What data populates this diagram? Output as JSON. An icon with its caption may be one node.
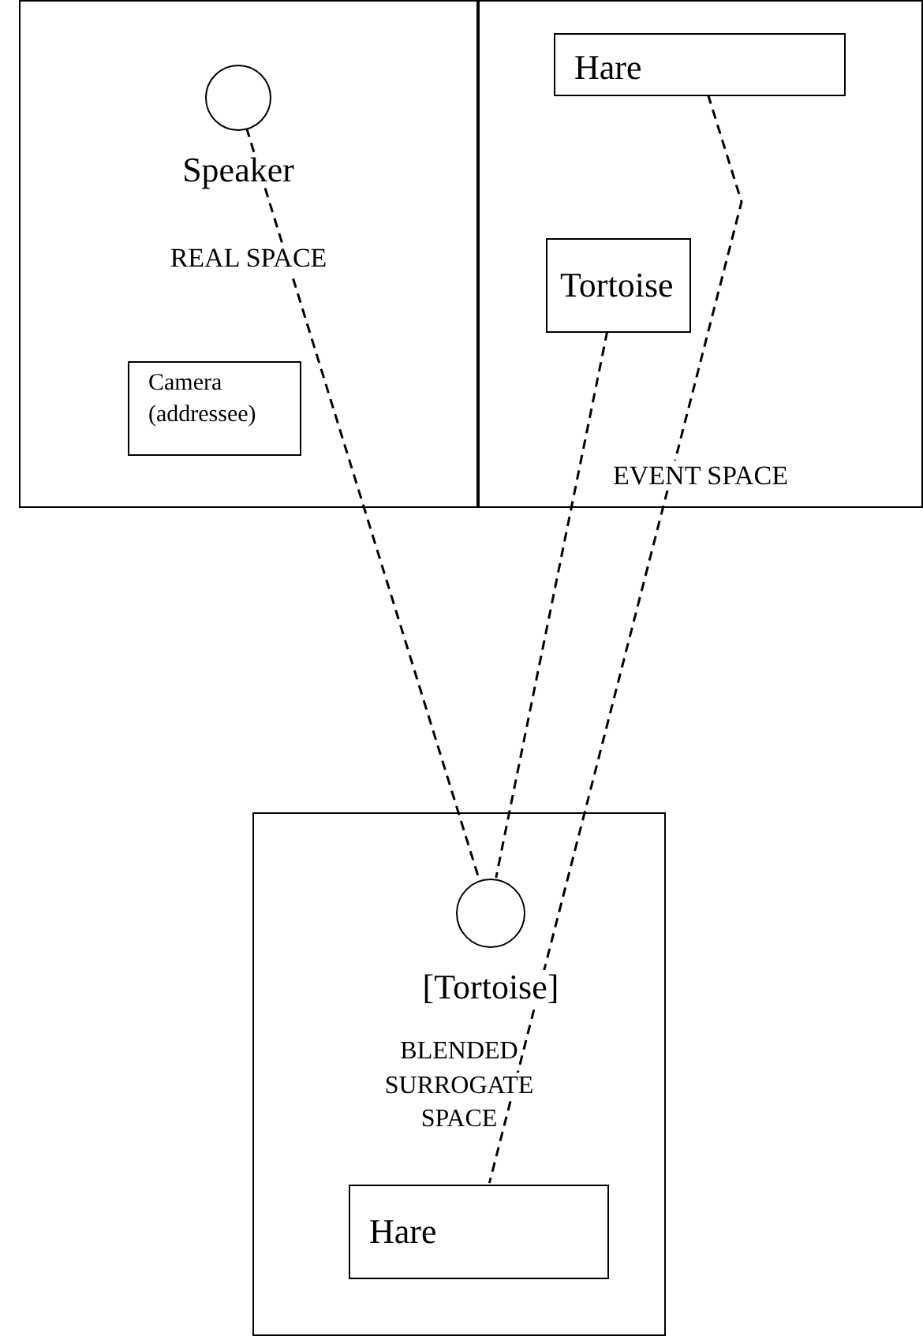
{
  "diagram": {
    "nodes": [
      {
        "text": [
          "REAL SPACE"
        ]
      },
      {
        "text": [],
        "shape": "circle",
        "in": 0,
        "beside": [
          "Speaker"
        ]
      },
      {
        "text": [
          "Camera (addressee)"
        ],
        "in": 0
      },
      {
        "text": [
          "EVENT SPACE"
        ]
      },
      {
        "text": [
          "Hare"
        ],
        "in": 3
      },
      {
        "text": [
          "Tortoise"
        ],
        "in": 3
      },
      {
        "text": [
          "BLENDED SURROGATE SPACE"
        ]
      },
      {
        "text": [],
        "shape": "circle",
        "in": 6,
        "beside": [
          "[Tortoise]"
        ]
      },
      {
        "text": [
          "Hare"
        ],
        "in": 6
      }
    ],
    "edges": [
      {
        "from": 1,
        "to": 7,
        "arrow": "none",
        "style": "dashed"
      },
      {
        "from": 5,
        "to": 7,
        "arrow": "none",
        "style": "dashed"
      },
      {
        "from": 4,
        "to": 8,
        "arrow": "none",
        "style": "dashed"
      }
    ]
  }
}
